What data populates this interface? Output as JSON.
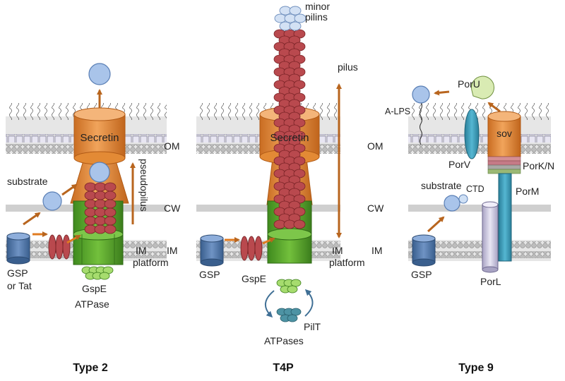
{
  "panels": {
    "type2": {
      "title": "Type 2",
      "secretin": "Secretin",
      "substrate": "substrate",
      "pseudopilus": "pseudopilus",
      "gsp": "GSP",
      "or_tat": "or Tat",
      "gspe": "GspE",
      "atpase": "ATPase",
      "im_platform_1": "IM",
      "im_platform_2": "platform"
    },
    "t4p": {
      "title": "T4P",
      "minor_1": "minor",
      "minor_2": "pilins",
      "pilus": "pilus",
      "secretin": "Secretin",
      "gsp": "GSP",
      "gspe": "GspE",
      "pilt": "PilT",
      "atpases": "ATPases",
      "im_platform_1": "IM",
      "im_platform_2": "platform"
    },
    "type9": {
      "title": "Type 9",
      "alps": "A-LPS",
      "poru": "PorU",
      "sov": "sov",
      "porv": "PorV",
      "porkn": "PorK/N",
      "porm": "PorM",
      "substrate": "substrate",
      "ctd": "CTD",
      "gsp": "GSP",
      "porl": "PorL"
    }
  },
  "membranes": {
    "om": "OM",
    "cw": "CW",
    "im": "IM"
  },
  "colors": {
    "orange": "#e38a35",
    "orange_dark": "#c0651c",
    "green": "#5fae2e",
    "green_dark": "#3b7d1c",
    "pilin_red": "#b9494e",
    "substrate_blue": "#a9c4ea",
    "gsp_blue": "#4f76a8",
    "arrow_brown": "#b8651e",
    "porm_teal": "#3a9bb8",
    "membrane_grey": "#e2e2e2"
  }
}
